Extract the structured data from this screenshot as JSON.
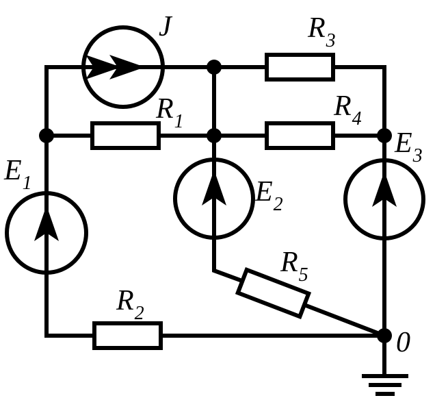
{
  "diagram": {
    "labels": {
      "J": {
        "main": "J",
        "sub": ""
      },
      "R1": {
        "main": "R",
        "sub": "1"
      },
      "R2": {
        "main": "R",
        "sub": "2"
      },
      "R3": {
        "main": "R",
        "sub": "3"
      },
      "R4": {
        "main": "R",
        "sub": "4"
      },
      "R5": {
        "main": "R",
        "sub": "5"
      },
      "E1": {
        "main": "E",
        "sub": "1"
      },
      "E2": {
        "main": "E",
        "sub": "2"
      },
      "E3": {
        "main": "E",
        "sub": "3"
      },
      "node0": {
        "main": "0",
        "sub": ""
      }
    }
  }
}
